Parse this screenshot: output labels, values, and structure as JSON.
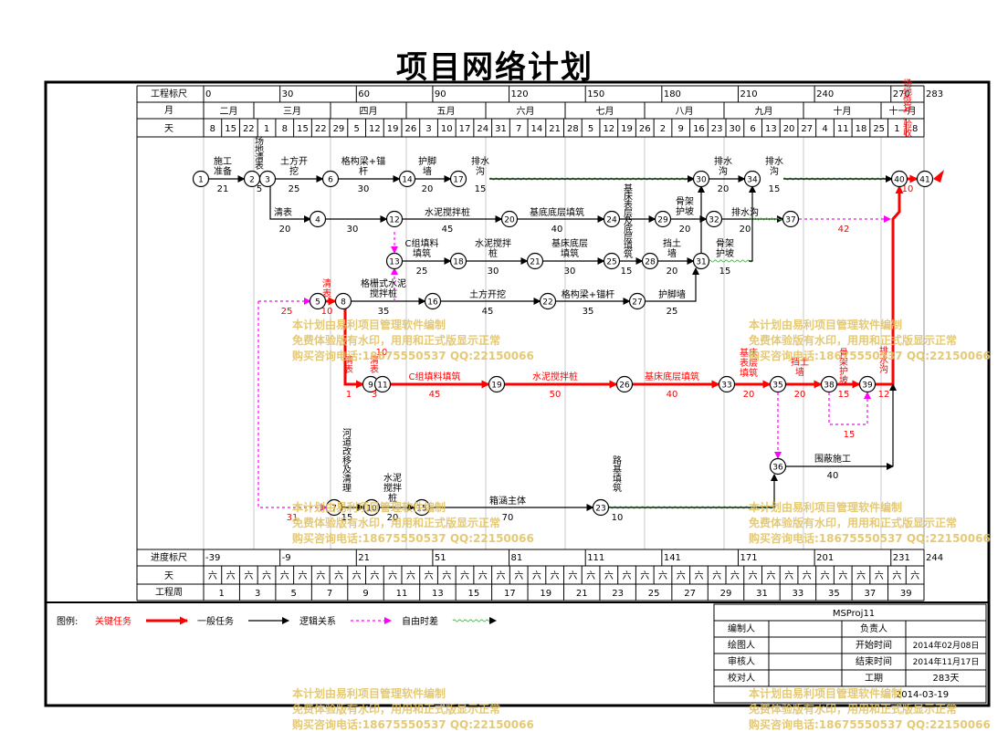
{
  "title": "项目网络计划",
  "header": {
    "scale_label": "工程标尺",
    "month_label": "月",
    "day_label": "天",
    "scale_ticks": [
      "0",
      "30",
      "60",
      "90",
      "120",
      "150",
      "180",
      "210",
      "240",
      "270",
      "283"
    ],
    "months": [
      "二月",
      "三月",
      "四月",
      "五月",
      "六月",
      "七月",
      "八月",
      "九月",
      "十月",
      "十一月"
    ],
    "days": [
      "8",
      "15",
      "22",
      "1",
      "8",
      "15",
      "22",
      "29",
      "5",
      "12",
      "19",
      "26",
      "3",
      "10",
      "17",
      "24",
      "31",
      "7",
      "14",
      "21",
      "28",
      "5",
      "12",
      "19",
      "26",
      "2",
      "9",
      "16",
      "23",
      "30",
      "6",
      "13",
      "20",
      "27",
      "4",
      "11",
      "18",
      "25",
      "1",
      "8"
    ]
  },
  "footer": {
    "progress_label": "进度标尺",
    "day_label": "天",
    "week_label": "工程周",
    "progress_ticks": [
      "-39",
      "-9",
      "21",
      "51",
      "81",
      "111",
      "141",
      "171",
      "201",
      "231",
      "244"
    ],
    "weekday": "六",
    "weeks": [
      "1",
      "3",
      "5",
      "7",
      "9",
      "11",
      "13",
      "15",
      "17",
      "19",
      "21",
      "23",
      "25",
      "27",
      "29",
      "31",
      "33",
      "35",
      "37",
      "39"
    ]
  },
  "nodes": [
    "1",
    "2",
    "3",
    "4",
    "5",
    "6",
    "7",
    "8",
    "9",
    "10",
    "11",
    "12",
    "13",
    "14",
    "15",
    "16",
    "17",
    "18",
    "19",
    "20",
    "21",
    "22",
    "23",
    "24",
    "25",
    "26",
    "27",
    "28",
    "29",
    "30",
    "31",
    "32",
    "33",
    "34",
    "35",
    "36",
    "37",
    "38",
    "39",
    "40",
    "41"
  ],
  "task_labels": {
    "t1": "施工准备",
    "t2": "场地清表",
    "t3": "土方开挖",
    "t4": "格构梁+锚杆",
    "t5": "护脚墙",
    "t6": "排水沟",
    "t7": "排水沟",
    "t8": "排水沟",
    "t9": "场地恢复、验收",
    "t10": "清表",
    "t11": "水泥搅拌桩",
    "t12": "基底底层填筑",
    "t13": "基床表层及底层填筑",
    "t14": "骨架护坡",
    "t15": "排水沟",
    "t16": "C组填料填筑",
    "t17": "水泥搅拌桩",
    "t18": "基床底层填筑",
    "t19": "挡土墙",
    "t20": "骨架护坡",
    "t21": "清表",
    "t22": "格栅式水泥搅拌桩",
    "t23": "土方开挖",
    "t24": "格构梁+锚杆",
    "t25": "护脚墙",
    "t26": "清表",
    "t27": "清表",
    "t28": "C组填料填筑",
    "t29": "水泥搅拌桩",
    "t30": "基床底层填筑",
    "t31": "基床表层填筑",
    "t32": "挡土墙",
    "t33": "骨架护坡",
    "t34": "排水沟",
    "t35": "围蔽施工",
    "t36": "河道改移及清理",
    "t37": "水泥搅拌桩",
    "t38": "箱涵主体",
    "t39": "路基填筑"
  },
  "durations": {
    "d1": "21",
    "d2": "5",
    "d3": "25",
    "d4": "30",
    "d5": "20",
    "d6": "15",
    "d7": "20",
    "d8": "15",
    "d9": "10",
    "d10": "20",
    "d11": "30",
    "d12": "45",
    "d13": "40",
    "d14": "20",
    "d15": "20",
    "d16": "42",
    "d17": "25",
    "d18": "30",
    "d19": "30",
    "d20": "15",
    "d21": "20",
    "d22": "15",
    "d23": "25",
    "d24": "10",
    "d25": "35",
    "d26": "45",
    "d27": "35",
    "d28": "25",
    "d29": "10",
    "d30": "1",
    "d31": "3",
    "d32": "45",
    "d33": "50",
    "d34": "40",
    "d35": "20",
    "d36": "20",
    "d37": "15",
    "d38": "12",
    "d39": "15",
    "d40": "40",
    "d41": "31",
    "d42": "15",
    "d43": "20",
    "d44": "70",
    "d45": "10"
  },
  "legend": {
    "label": "图例:",
    "critical": "关键任务",
    "normal": "一般任务",
    "logic": "逻辑关系",
    "free": "自由时差"
  },
  "info": {
    "project_name": "MSProj11",
    "compiler": "编制人",
    "leader": "负责人",
    "drawer": "绘图人",
    "start_label": "开始时间",
    "start_value": "2014年02月08日",
    "reviewer": "审核人",
    "end_label": "结束时间",
    "end_value": "2014年11月17日",
    "checker": "校对人",
    "period_label": "工期",
    "period_value": "283天",
    "date": "2014-03-19"
  },
  "watermark": {
    "line1": "本计划由易利项目管理软件编制",
    "line2": "免费体验版有水印，用用和正式版显示正常",
    "line3": "购买咨询电话:18675550537 QQ:22150066"
  },
  "colors": {
    "critical": "#ff0000",
    "normal": "#000000",
    "free": "#33cc33",
    "logic": "#ff00ff",
    "watermark": "#e0c060"
  }
}
